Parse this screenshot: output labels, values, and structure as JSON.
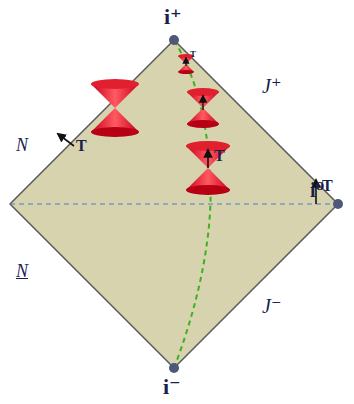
{
  "diagram": {
    "labels": [
      "i⁺",
      "i⁰",
      "i⁻",
      "J⁺",
      "J⁻",
      "N",
      "N",
      "T",
      "T",
      "T",
      "T"
    ]
  }
}
